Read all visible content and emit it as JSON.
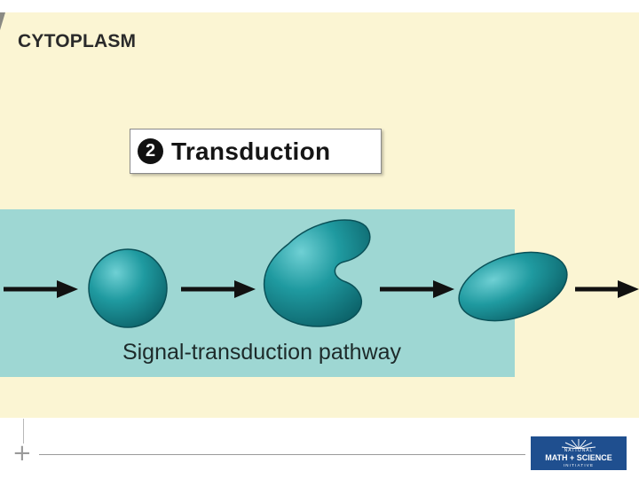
{
  "region_label": "CYTOPLASM",
  "step": {
    "number": "2",
    "title": "Transduction"
  },
  "pathway_label": "Signal-transduction pathway",
  "logo": {
    "line1": "NATIONAL",
    "line2": "MATH + SCIENCE",
    "line3": "INITIATIVE"
  },
  "colors": {
    "cytoplasm": "#fbf5d3",
    "pathway_band": "#9ed7d3",
    "protein": "#1e8c92",
    "arrow": "#111111",
    "logo": "#1f4f8f"
  }
}
